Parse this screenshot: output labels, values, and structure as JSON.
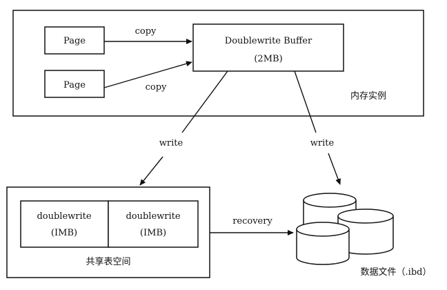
{
  "memory_instance": {
    "label": "内存实例",
    "page_label": "Page",
    "copy_label": "copy",
    "buffer": {
      "title": "Doublewrite Buffer",
      "size": "(2MB)"
    }
  },
  "flows": {
    "write_label": "write",
    "recovery_label": "recovery"
  },
  "shared_tablespace": {
    "label": "共享表空间",
    "cells": [
      {
        "title": "doublewrite",
        "size": "(IMB)"
      },
      {
        "title": "doublewrite",
        "size": "(IMB)"
      }
    ]
  },
  "data_files": {
    "label": "数据文件（.ibd）"
  }
}
